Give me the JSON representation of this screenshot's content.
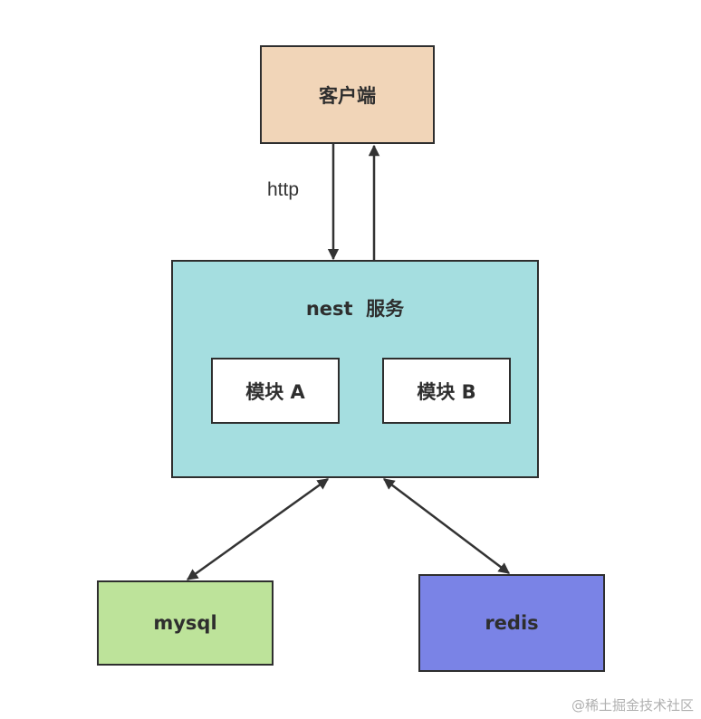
{
  "nodes": {
    "client": {
      "label": "客户端",
      "color": "#f1d5b8"
    },
    "nest": {
      "label": "nest  服务",
      "color": "#a5dee0"
    },
    "module_a": {
      "label": "模块 A",
      "color": "#ffffff"
    },
    "module_b": {
      "label": "模块 B",
      "color": "#ffffff"
    },
    "mysql": {
      "label": "mysql",
      "color": "#bde39a"
    },
    "redis": {
      "label": "redis",
      "color": "#7a83e6"
    }
  },
  "edges": [
    {
      "from": "client",
      "to": "nest",
      "label": "http",
      "direction": "forward"
    },
    {
      "from": "nest",
      "to": "client",
      "label": "",
      "direction": "forward"
    },
    {
      "from": "nest",
      "to": "mysql",
      "label": "",
      "direction": "bidirectional"
    },
    {
      "from": "nest",
      "to": "redis",
      "label": "",
      "direction": "bidirectional"
    }
  ],
  "edge_label_http": "http",
  "line_color": "#333333",
  "watermark": "@稀土掘金技术社区"
}
